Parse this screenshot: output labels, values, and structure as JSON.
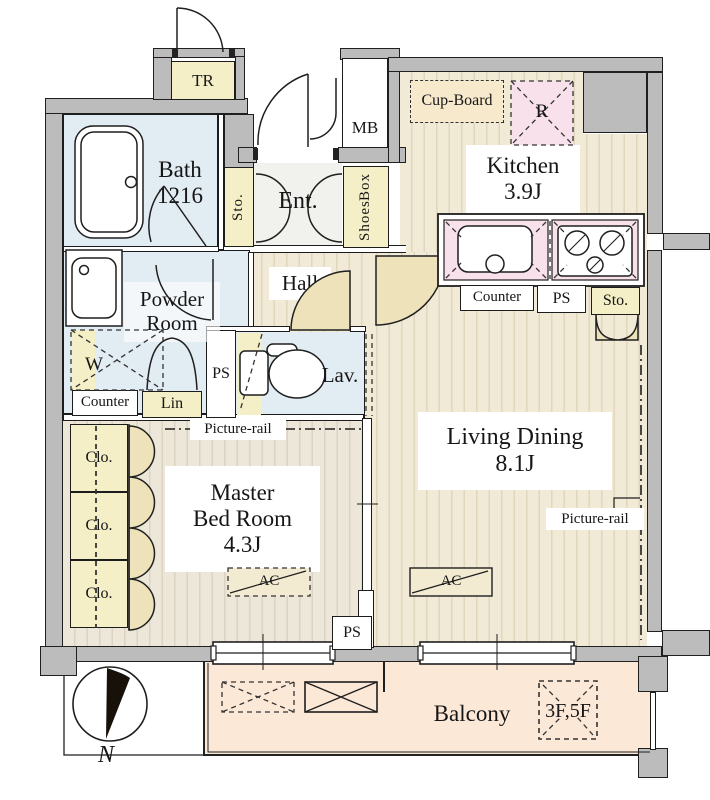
{
  "rooms": {
    "bath": {
      "name": "Bath",
      "size": "1216"
    },
    "powder_room": {
      "line1": "Powder",
      "line2": "Room"
    },
    "hall": {
      "name": "Hall"
    },
    "ent": {
      "name": "Ent."
    },
    "lav": {
      "name": "Lav."
    },
    "kitchen": {
      "name": "Kitchen",
      "size": "3.9J"
    },
    "living_dining": {
      "name": "Living Dining",
      "size": "8.1J"
    },
    "master_bedroom": {
      "line1": "Master",
      "line2": "Bed Room",
      "size": "4.3J"
    },
    "balcony": {
      "name": "Balcony"
    }
  },
  "storage": {
    "trunk_room": "TR",
    "sto_entrance": "Sto.",
    "shoes_box_line1": "Shoes",
    "shoes_box_line2": "Box",
    "cupboard": "Cup-Board",
    "refrigerator": "R",
    "sto_kitchen": "Sto.",
    "linen": "Lin",
    "closet1": "Clo.",
    "closet2": "Clo.",
    "closet3": "Clo."
  },
  "equipment": {
    "meter_box": "MB",
    "counter_kitchen": "Counter",
    "ps_kitchen": "PS",
    "washer": "W",
    "counter_powder": "Counter",
    "ps_middle": "PS",
    "ps_bottom": "PS",
    "ac_bedroom": "AC",
    "ac_living": "AC"
  },
  "annotations": {
    "picture_rail_bedroom": "Picture-rail",
    "picture_rail_living": "Picture-rail",
    "floor_note": "3F,5F",
    "compass_north": "N"
  },
  "colors": {
    "wall_gray": "#bcbcbc",
    "floor_wood": "#f1ead7",
    "floor_stripe": "#e1d7bc",
    "wet_room_blue": "#e2ecf3",
    "storage_cream": "#f4efc6",
    "fixture_pink": "#f8e1ea",
    "balcony_peach": "#fce8d6",
    "door_tan": "#eee2ba",
    "line_black": "#1f1f1f"
  }
}
